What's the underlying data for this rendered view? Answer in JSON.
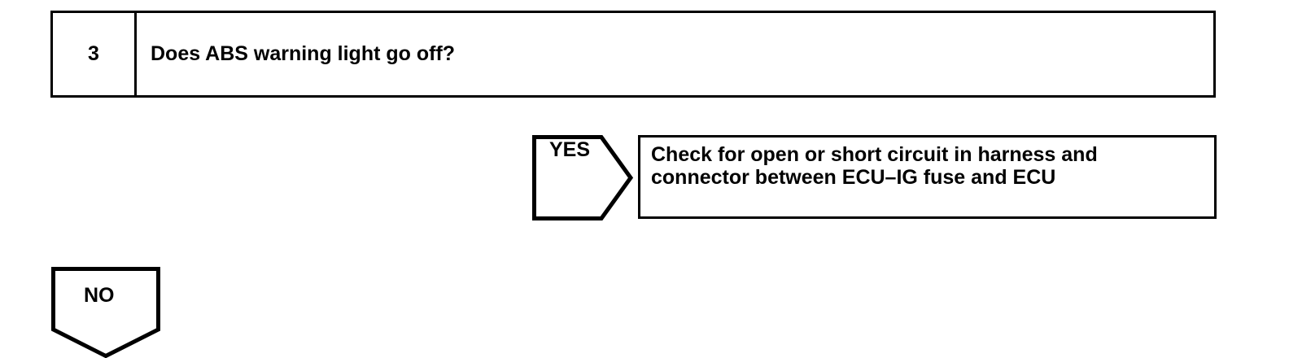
{
  "page": {
    "background_color": "#ffffff",
    "ink_color": "#000000",
    "title": "ABS troubleshooting flowchart step"
  },
  "step": {
    "number": "3",
    "question": "Does ABS warning light go off?"
  },
  "branches": {
    "yes": {
      "label": "YES",
      "shape": "chevron-right",
      "result": {
        "line1": "Check for open or short circuit in harness and",
        "line2": "connector between ECU–IG fuse and ECU"
      }
    },
    "no": {
      "label": "NO",
      "shape": "pentagon-down"
    }
  }
}
